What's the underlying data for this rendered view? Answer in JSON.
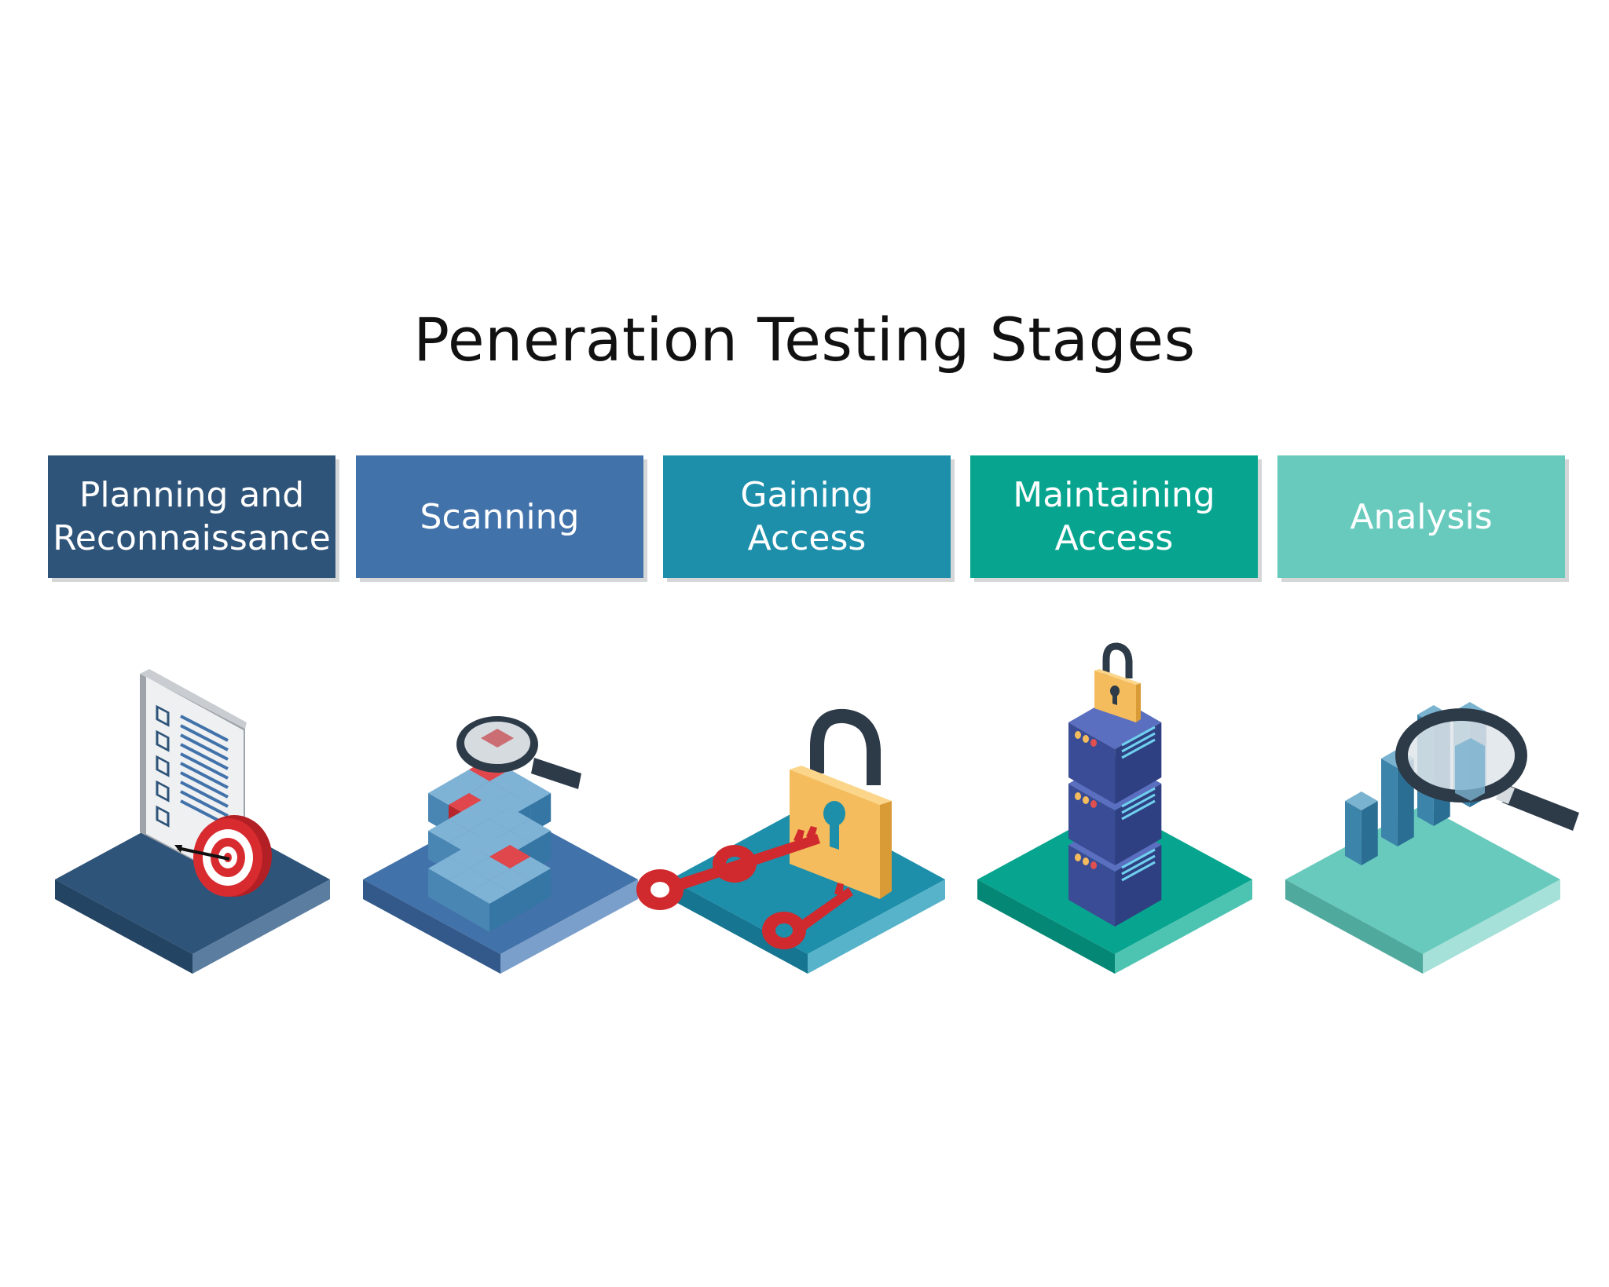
{
  "title": "Peneration Testing Stages",
  "stages": [
    {
      "label": "Planning and\nReconnaissance",
      "color": "#2f5479",
      "icon": "document-target-icon"
    },
    {
      "label": "Scanning",
      "color": "#4272aa",
      "icon": "magnifier-cube-grid-icon"
    },
    {
      "label": "Gaining\nAccess",
      "color": "#1d8fab",
      "icon": "padlock-keys-icon"
    },
    {
      "label": "Maintaining\nAccess",
      "color": "#07a58f",
      "icon": "server-stack-lock-icon"
    },
    {
      "label": "Analysis",
      "color": "#68cabd",
      "icon": "magnifier-bar-chart-icon"
    }
  ]
}
